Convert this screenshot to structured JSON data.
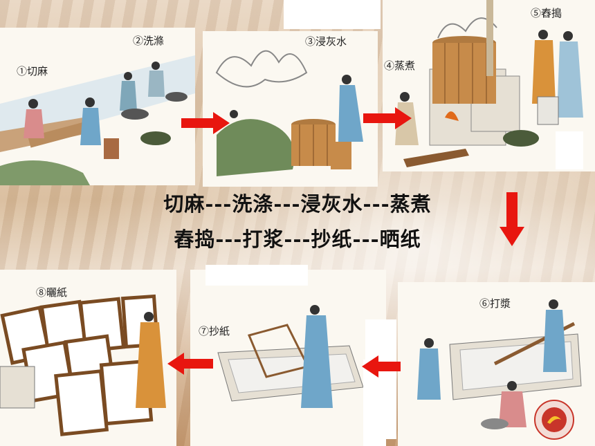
{
  "panels": {
    "cut": {
      "label": "①切麻"
    },
    "wash": {
      "label": "②洗滌"
    },
    "soak": {
      "label": "③浸灰水"
    },
    "steam": {
      "label": "④蒸煮"
    },
    "pound": {
      "label": "⑤舂搗"
    },
    "beat": {
      "label": "⑥打漿"
    },
    "scoop": {
      "label": "⑦抄紙"
    },
    "dry": {
      "label": "⑧曬紙"
    }
  },
  "caption": {
    "line1": "切麻---洗涤---浸灰水---蒸煮",
    "line2": "舂捣---打浆---抄纸---晒纸"
  },
  "colors": {
    "arrow": "#e8160f",
    "ink": "#222222",
    "robe_blue": "#6fa6c9",
    "robe_orange": "#d9923a"
  }
}
